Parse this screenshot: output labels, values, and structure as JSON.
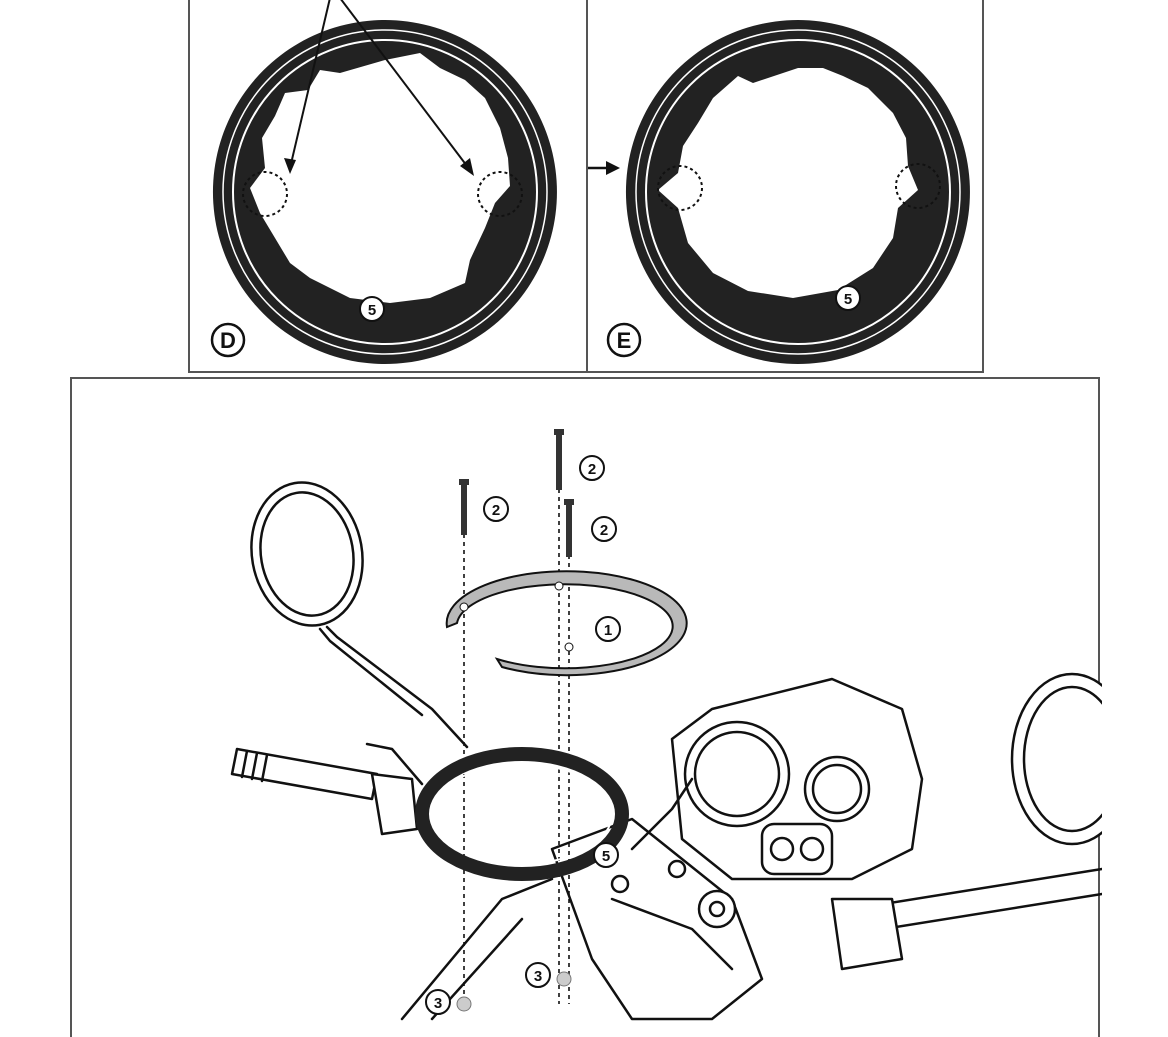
{
  "panels": {
    "d": {
      "letter": "D",
      "ring_callout": "5"
    },
    "e": {
      "letter": "E",
      "ring_callout": "5"
    },
    "main": {
      "callouts": {
        "screw_a": "2",
        "screw_b": "2",
        "screw_c": "2",
        "flange": "1",
        "ring": "5",
        "nut_a": "3",
        "nut_b": "3"
      }
    }
  },
  "colors": {
    "ink": "#111111",
    "ring_fill": "#222222",
    "flange_fill": "#b9b9b9",
    "frame": "#555555"
  }
}
